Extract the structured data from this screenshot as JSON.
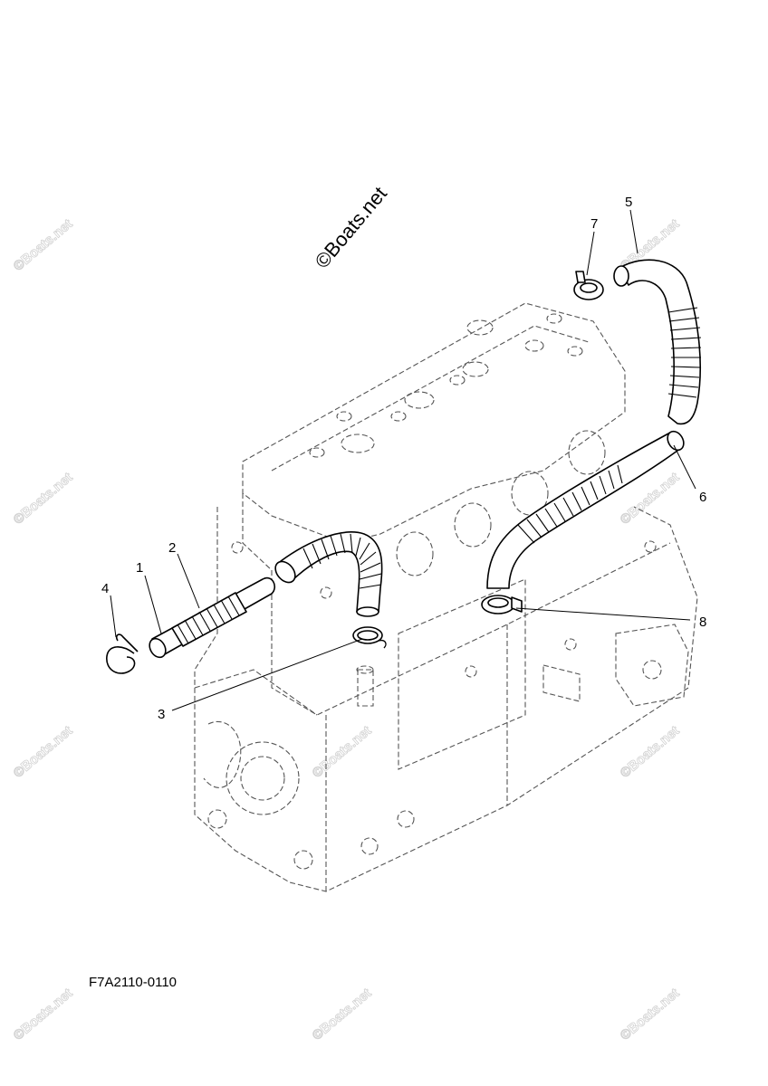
{
  "diagram_code": "F7A2110-0110",
  "watermark_main": "©Boats.net",
  "watermark_repeat": "©Boats.net",
  "callouts": [
    {
      "number": "1",
      "part": "hose"
    },
    {
      "number": "2",
      "part": "hose-bellows"
    },
    {
      "number": "3",
      "part": "o-ring"
    },
    {
      "number": "4",
      "part": "wire-clip"
    },
    {
      "number": "5",
      "part": "hose-upper"
    },
    {
      "number": "6",
      "part": "hose-lower"
    },
    {
      "number": "7",
      "part": "hose-clamp"
    },
    {
      "number": "8",
      "part": "hose-clamp"
    }
  ]
}
